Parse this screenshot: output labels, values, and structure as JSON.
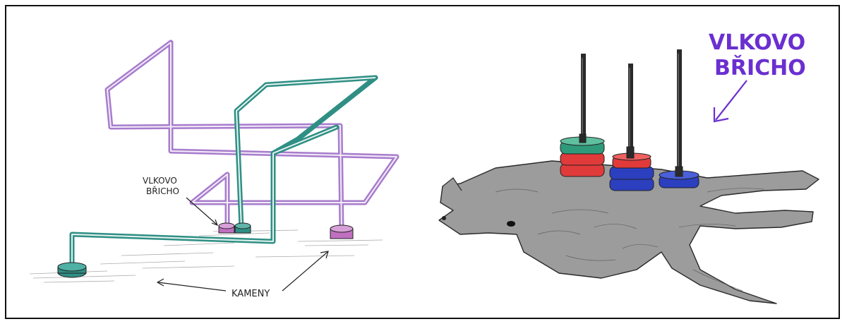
{
  "left_drawing": {
    "label_belly_line1": "VLKOVO",
    "label_belly_line2": "BŘICHO",
    "label_stones": "KAMENY",
    "colors": {
      "purple_frame": "#b07ed0",
      "teal_frame": "#2f8f84",
      "ink": "#222222"
    }
  },
  "right_drawing": {
    "label_belly_line1": "VLKOVO",
    "label_belly_line2": "BŘICHO",
    "colors": {
      "label": "#6a2fd0",
      "wolf_fur": "#8a8a8a",
      "rod": "#2a2a2a",
      "disk_red": "#e03a3a",
      "disk_blue": "#2b3fbf",
      "disk_teal": "#2f9a7a"
    }
  }
}
